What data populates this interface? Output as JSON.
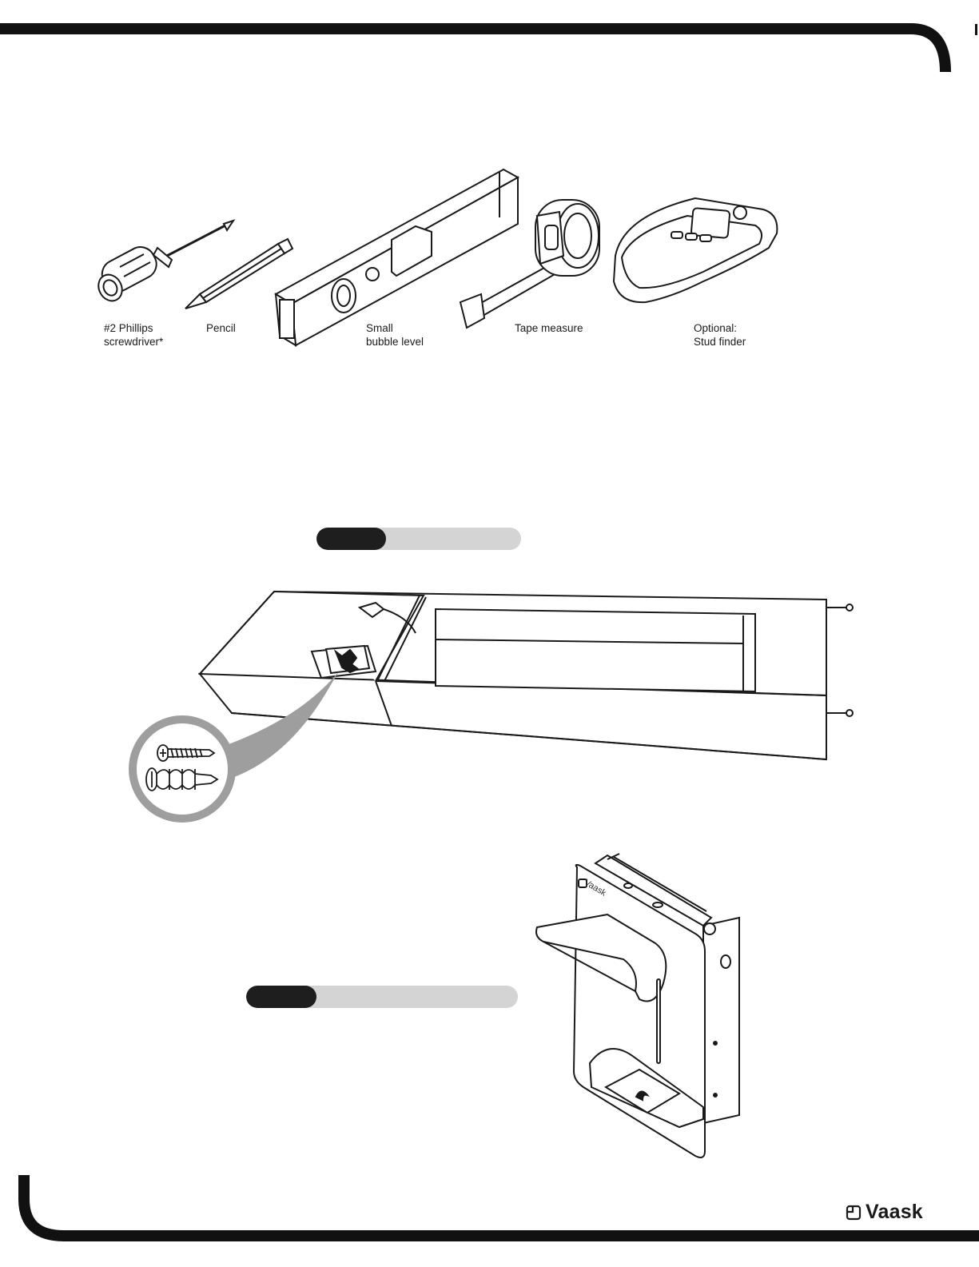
{
  "tools": [
    {
      "label": "#2 Phillips\nscrewdriver*",
      "icon": "screwdriver-icon"
    },
    {
      "label": "Pencil",
      "icon": "pencil-icon"
    },
    {
      "label": "Small\nbubble level",
      "icon": "bubble-level-icon"
    },
    {
      "label": "Tape measure",
      "icon": "tape-measure-icon"
    },
    {
      "label": "Optional:\nStud finder",
      "icon": "stud-finder-icon"
    }
  ],
  "progress_bars": [
    {
      "fraction": 0.34
    },
    {
      "fraction": 0.26
    }
  ],
  "product_panel_brand": "Vaask",
  "footer": {
    "brand": "Vaask"
  },
  "colors": {
    "frame": "#111111",
    "bar_track": "#d4d4d4",
    "bar_fill": "#1e1e1e",
    "callout": "#9e9e9e"
  }
}
